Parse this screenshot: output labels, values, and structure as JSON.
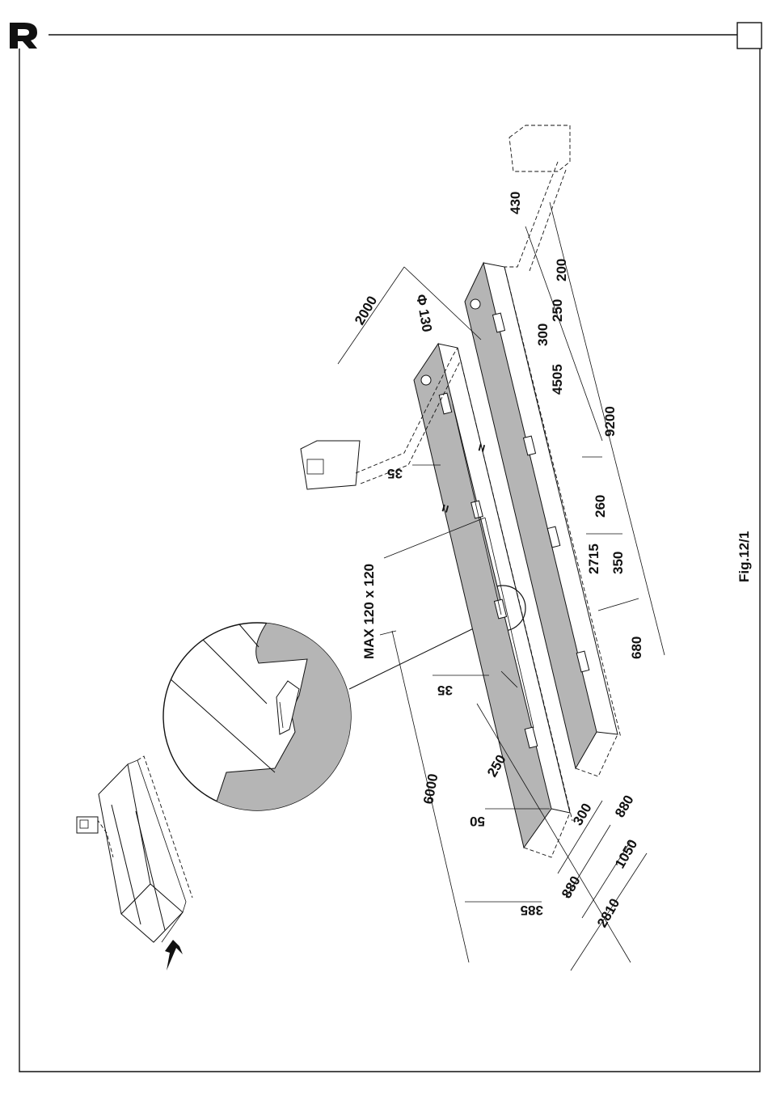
{
  "figure": {
    "label": "Fig.12/1"
  },
  "limit_note": "MAX 120 x 120",
  "diameter_note": "Φ 130",
  "dimensions": {
    "d2000": "2000",
    "d430": "430",
    "d200": "200",
    "d250a": "250",
    "d300a": "300",
    "d4505": "4505",
    "d9200": "9200",
    "d35a": "35",
    "d35b": "35",
    "d260": "260",
    "d2715": "2715",
    "d350": "350",
    "d680": "680",
    "d6000": "6000",
    "d250b": "250",
    "d50": "50",
    "d300b": "300",
    "d880a": "880",
    "d880b": "880",
    "d1050": "1050",
    "d2810": "2810",
    "d385": "385",
    "eq1": "=",
    "eq2": "="
  },
  "colors": {
    "ink": "#111111",
    "pit_fill": "#b5b5b5",
    "paper": "#ffffff"
  },
  "icons": [
    "brand-logo-icon",
    "page-corner-box-icon",
    "direction-arrow-icon",
    "control-box-icon"
  ]
}
